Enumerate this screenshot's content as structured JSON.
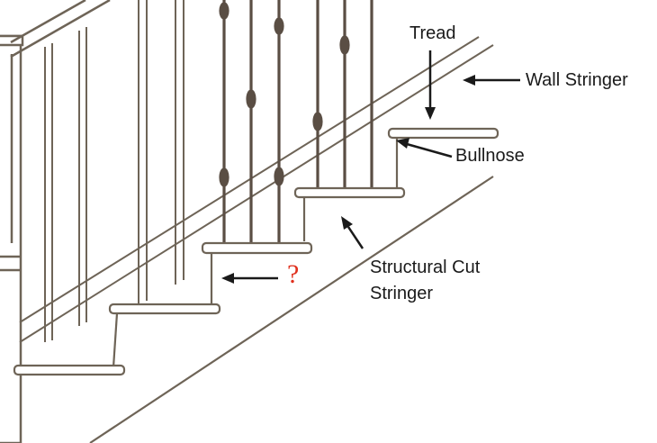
{
  "labels": {
    "tread": "Tread",
    "wall_stringer": "Wall Stringer",
    "bullnose": "Bullnose",
    "structural_cut_stringer_line1": "Structural Cut",
    "structural_cut_stringer_line2": "Stringer",
    "question_mark": "?"
  },
  "colors": {
    "structure": "#6e6457",
    "baluster": "#5a4e44",
    "fill": "#ffffff",
    "arrow": "#1a1a1a",
    "question": "#e0301e"
  }
}
